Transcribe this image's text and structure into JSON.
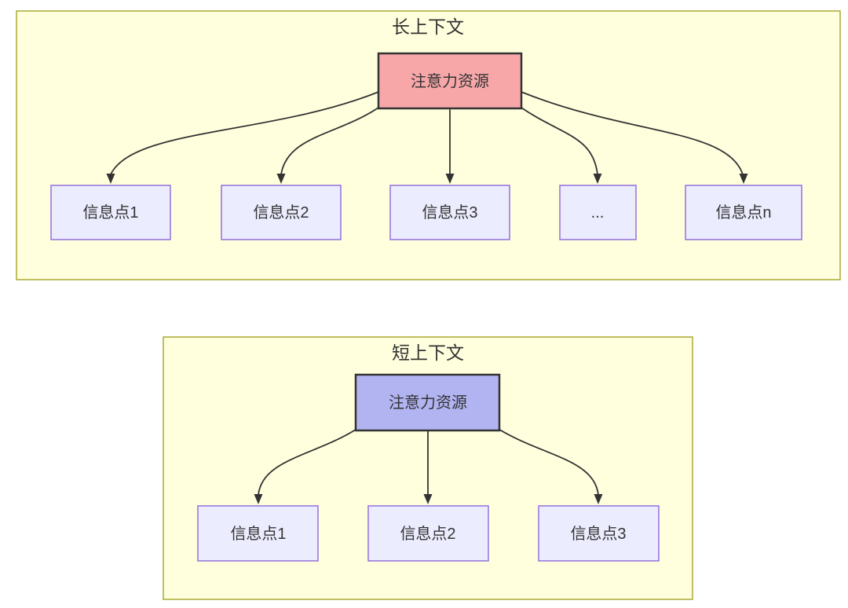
{
  "page": {
    "background": "#ffffff"
  },
  "colors": {
    "container_fill": "#ffffde",
    "container_border": "#aaaa33",
    "attention_long_fill": "#f8a7a9",
    "attention_short_fill": "#b2b4f2",
    "node_fill": "#ececff",
    "node_border": "#9370db",
    "strong_border": "#333333",
    "edge_color": "#333333",
    "text_color": "#333333"
  },
  "diagrams": {
    "long_context": {
      "title": "长上下文",
      "root": {
        "label": "注意力资源"
      },
      "children": [
        {
          "label": "信息点1"
        },
        {
          "label": "信息点2"
        },
        {
          "label": "信息点3"
        },
        {
          "label": "..."
        },
        {
          "label": "信息点n"
        }
      ]
    },
    "short_context": {
      "title": "短上下文",
      "root": {
        "label": "注意力资源"
      },
      "children": [
        {
          "label": "信息点1"
        },
        {
          "label": "信息点2"
        },
        {
          "label": "信息点3"
        }
      ]
    }
  }
}
